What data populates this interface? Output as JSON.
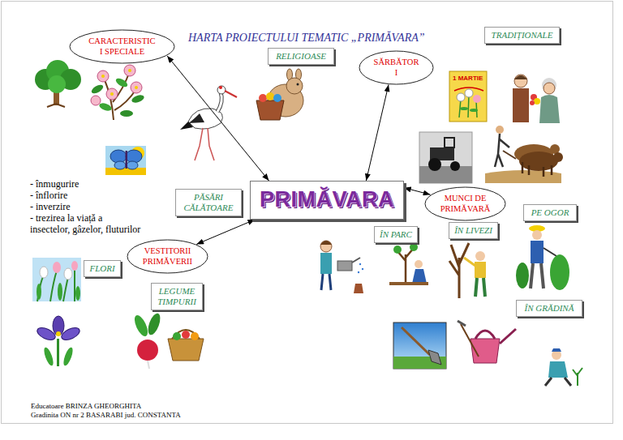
{
  "diagram": {
    "title": "HARTA PROIECTULUI TEMATIC „PRIMĂVARA”",
    "nodes": [
      {
        "text": [
          "CARACTERISTIC I SPECIALE"
        ]
      },
      {
        "text": [
          "RELIGIOASE"
        ]
      },
      {
        "text": [
          "SĂRBĂTOR I"
        ]
      },
      {
        "text": [
          "TRADIȚIONALE"
        ]
      },
      {
        "text": [
          "PRIMĂVARA"
        ]
      },
      {
        "text": [
          "PĂSĂRI CĂLĂTOARE"
        ]
      },
      {
        "text": [
          "MUNCI DE PRIMĂVARĂ"
        ]
      },
      {
        "text": [
          "PE OGOR"
        ]
      },
      {
        "text": [
          "ÎN LIVEZI"
        ]
      },
      {
        "text": [
          "VESTITORII PRIMĂVERII"
        ]
      },
      {
        "text": [
          "ÎN PARC"
        ]
      },
      {
        "text": [
          "FLORI"
        ]
      },
      {
        "text": [
          "LEGUME TIMPURII"
        ]
      },
      {
        "text": [
          "ÎN GRĂDINĂ"
        ]
      }
    ],
    "edges": [
      {
        "from": 4,
        "to": 0,
        "arrow": "both"
      },
      {
        "from": 4,
        "to": 2,
        "arrow": "both"
      },
      {
        "from": 4,
        "to": 6,
        "arrow": "both"
      },
      {
        "from": 4,
        "to": 9,
        "arrow": "both"
      }
    ],
    "labels": [
      "1 MARTIE",
      "- înmugurire",
      "- înflorire",
      "- inverzire",
      "- trezirea la viață a",
      "insectelor, gâzelor, fluturilor",
      "Educatoare BRINZA GHEORGHITA",
      "Gradinita ON nr 2 BASARABI jud. CONSTANTA"
    ]
  }
}
